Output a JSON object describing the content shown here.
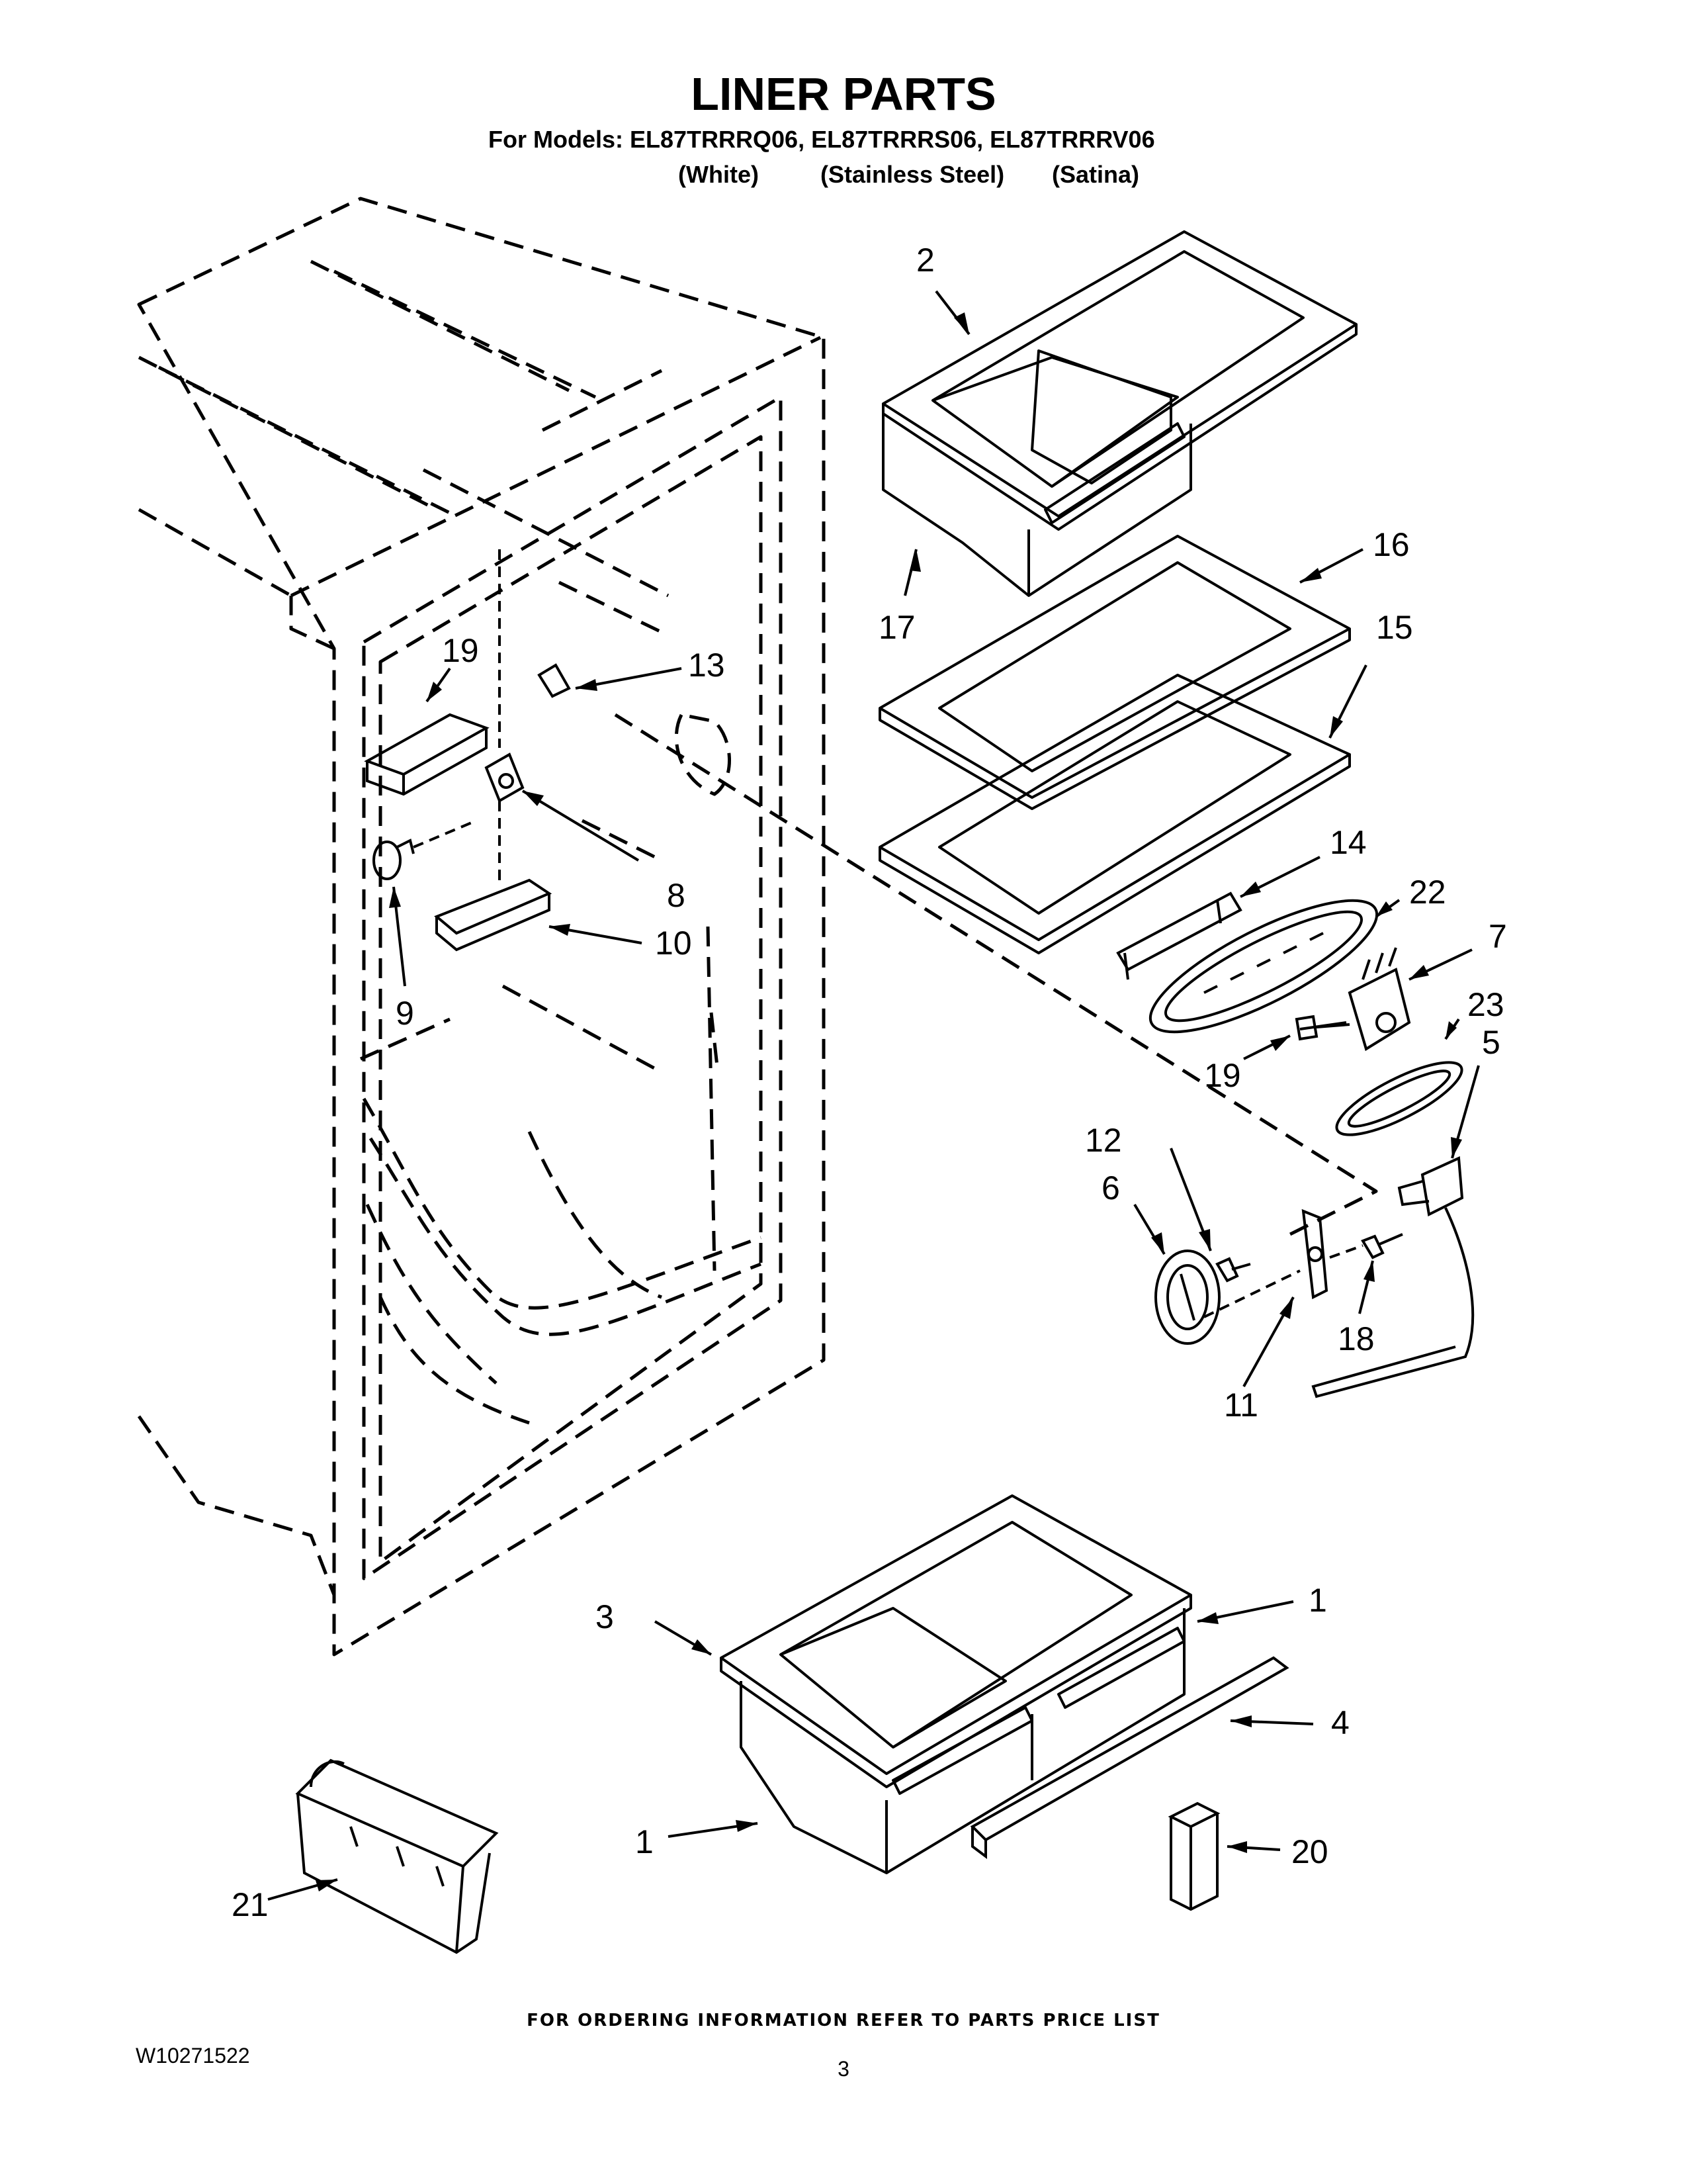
{
  "header": {
    "title": "LINER PARTS",
    "models_line": "For Models: EL87TRRRQ06, EL87TRRRS06, EL87TRRRV06",
    "finishes": [
      "(White)",
      "(Stainless Steel)",
      "(Satina)"
    ]
  },
  "callouts": [
    "2",
    "17",
    "16",
    "15",
    "19",
    "13",
    "8",
    "9",
    "10",
    "14",
    "22",
    "7",
    "23",
    "5",
    "19",
    "12",
    "6",
    "18",
    "11",
    "1",
    "3",
    "4",
    "1",
    "20",
    "21"
  ],
  "footer": {
    "ordering_note": "FOR ORDERING INFORMATION REFER TO PARTS PRICE LIST",
    "doc_number": "W10271522",
    "page_number": "3"
  }
}
